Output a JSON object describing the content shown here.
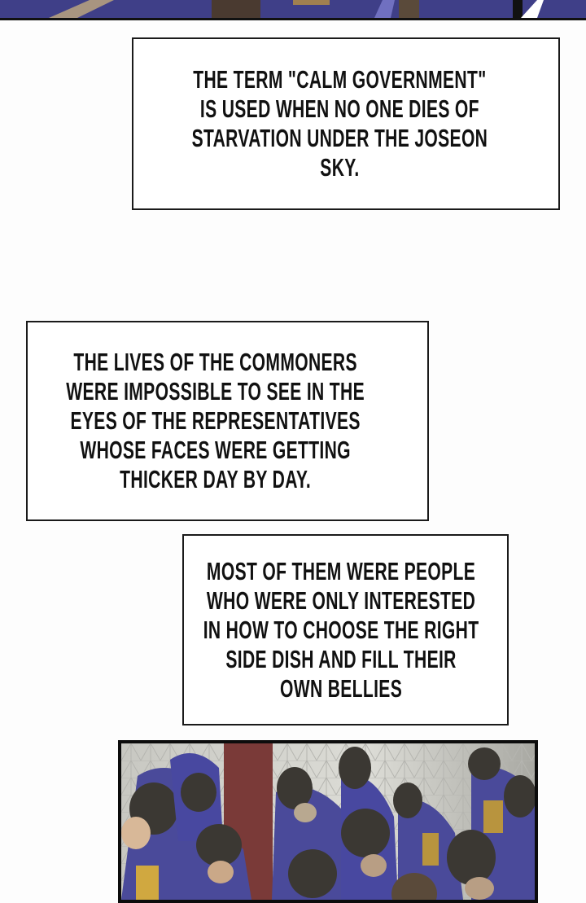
{
  "captions": [
    {
      "lines": [
        "THE TERM \"CALM GOVERNMENT\"",
        "IS USED WHEN NO ONE DIES OF",
        "STARVATION UNDER THE JOSEON",
        "SKY."
      ]
    },
    {
      "lines": [
        "THE LIVES OF THE COMMONERS",
        "WERE IMPOSSIBLE TO SEE IN THE",
        "EYES OF THE REPRESENTATIVES",
        "WHOSE FACES WERE GETTING",
        "THICKER DAY BY DAY."
      ]
    },
    {
      "lines": [
        "MOST OF THEM WERE PEOPLE",
        "WHO WERE ONLY INTERESTED",
        "IN HOW TO CHOOSE THE RIGHT",
        "SIDE DISH AND FILL THEIR",
        "OWN BELLIES"
      ]
    }
  ],
  "colors": {
    "robe": "#4a4a9a",
    "hat": "#3b3833",
    "pillar": "#7a3a38",
    "wall": "#d2d2cc"
  }
}
